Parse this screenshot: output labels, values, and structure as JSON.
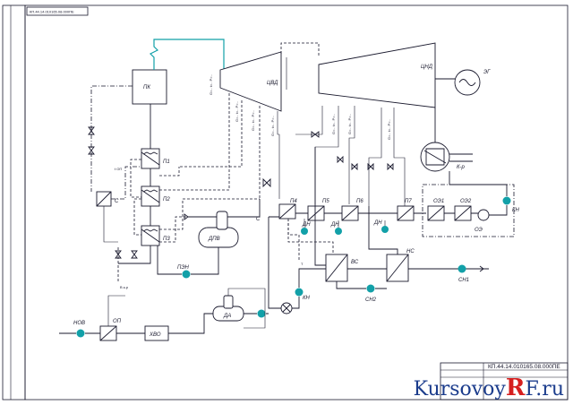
{
  "stamp": {
    "document_code": "КП.44.14.010165.08.000ПЕ",
    "top_corner_code": "КП.44.14.010165.08.000ПЕ"
  },
  "watermark": {
    "part1": "Kursovoy",
    "accent": "R",
    "part2": "F.ru"
  },
  "components": {
    "boiler": "ПК",
    "hp_turbine": "ЦВД",
    "lp_turbine": "ЦНД",
    "generator": "ЭГ",
    "hp_heaters": [
      "П1",
      "П2",
      "П3"
    ],
    "lp_heaters": [
      "П4",
      "П5",
      "П6",
      "П7"
    ],
    "deaerator": "ДПВ",
    "feed_pump": "ПЭН",
    "ejector_coolers": [
      "ОЭ1",
      "ОЭ2"
    ],
    "seal_ejector": "ОЭ",
    "condensate_pump": "КН",
    "drain_pumps": [
      "ДН",
      "ДН",
      "ДН"
    ],
    "network_heaters": [
      "ВС",
      "НС"
    ],
    "network_pumps": [
      "СН2",
      "СН1"
    ],
    "mixer": "СМ",
    "makeup_pump": "НОВ",
    "raw_heater": "ОП",
    "water_treatment": "ХВО",
    "atm_deaerator": "ДА",
    "separator": "С",
    "condensate_pump_main": "КН",
    "condenser_label": "К-р"
  },
  "annotations": {
    "to_condenser": "В к-р",
    "temp_boiler_feed": "t ОП",
    "pt": "Т",
    "pc": "С"
  },
  "extraction_labels": [
    "G=.. t=.. P=..",
    "G=.. t=.. P=..",
    "G=.. t=.. P=..",
    "G=.. t=.. P=..",
    "G=.. t=.. P=..",
    "G=.. t=.. P=..",
    "G=.. t=.. P=.."
  ],
  "colors": {
    "steam_line": "#12a0a8",
    "linework": "#1a1a2e",
    "pump_fill": "#12a0a8",
    "watermark_blue": "#1b3c8c",
    "watermark_red": "#d61f1f"
  }
}
